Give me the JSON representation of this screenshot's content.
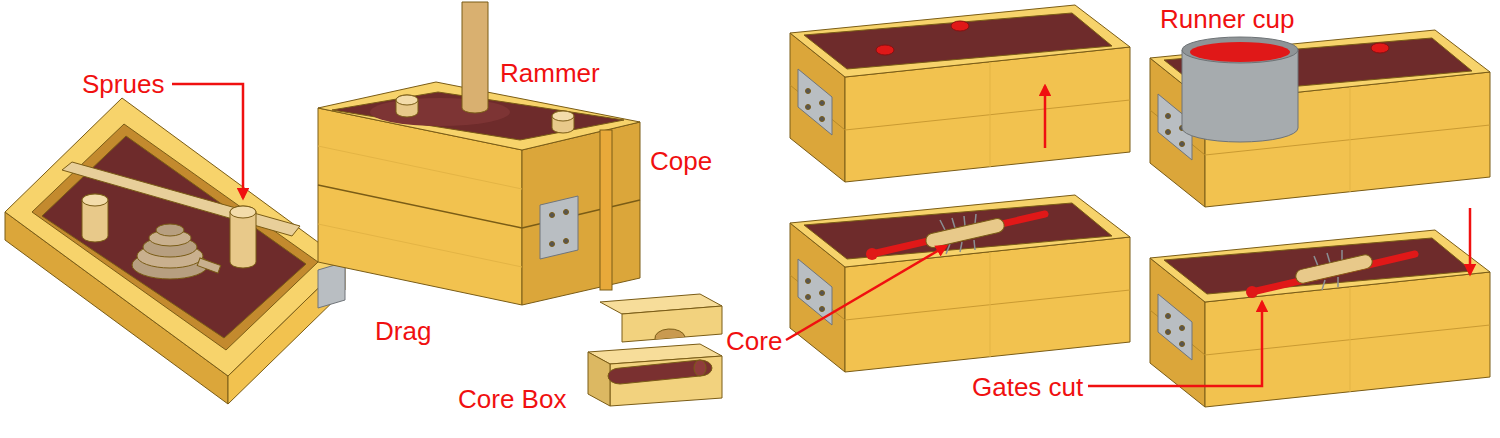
{
  "diagram": {
    "labels": [
      "Sprues",
      "Rammer",
      "Cope",
      "Drag",
      "Core",
      "Core Box",
      "Runner cup",
      "Gates cut"
    ]
  }
}
